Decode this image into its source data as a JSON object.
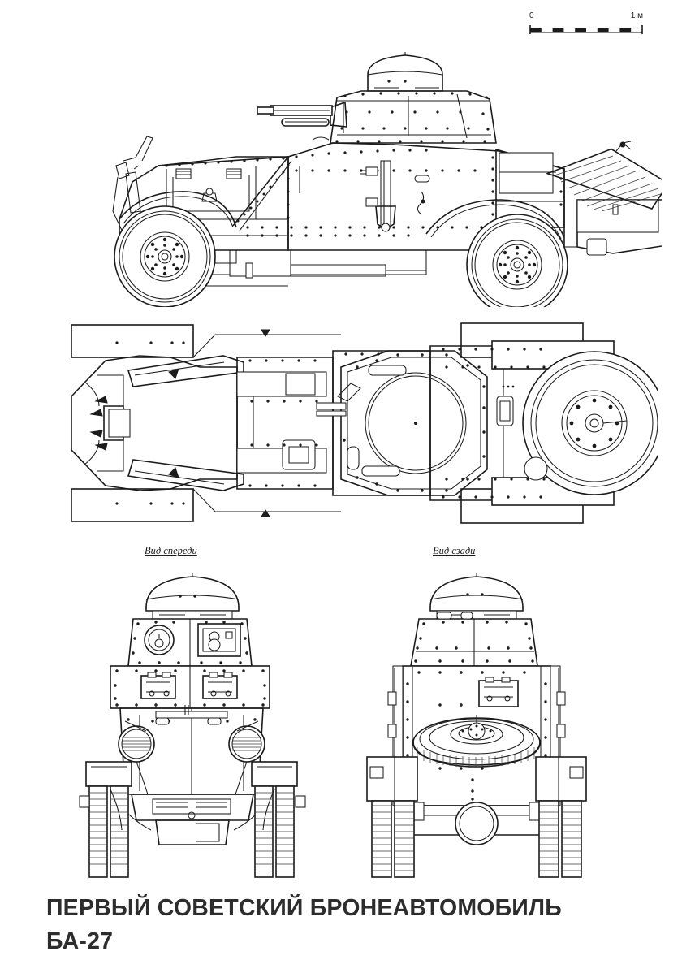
{
  "document": {
    "title_line1": "ПЕРВЫЙ СОВЕТСКИЙ БРОНЕАВТОМОБИЛЬ",
    "title_line2": "БА-27",
    "subject": "БА-27",
    "drawing_type": "orthographic-blueprint",
    "background_color": "#ffffff",
    "line_color": "#1b1b1b",
    "title_color": "#2d2d2d"
  },
  "scale_bar": {
    "label_start": "0",
    "label_end": "1 м",
    "unit": "м",
    "length_value": 1,
    "segments": 10,
    "fill_color": "#1b1b1b"
  },
  "views": [
    {
      "id": "side",
      "caption": "",
      "name_en": "side-view",
      "features": [
        "turret with conical cupola",
        "37 mm gun barrel",
        "hull machine gun",
        "front wheel with hub bolts",
        "rear dual wheel",
        "shovel stowed on hull side",
        "unditching roller on rear deck",
        "rear stowage box",
        "riveted armour plating"
      ]
    },
    {
      "id": "plan",
      "caption": "",
      "name_en": "plan-view",
      "features": [
        "hexagonal turret ring",
        "engine deck hatch",
        "front fenders",
        "rear fenders",
        "spare wheel",
        "driver compartment",
        "riveted armour plating"
      ]
    },
    {
      "id": "front",
      "caption": "Вид спереди",
      "name_en": "front-view",
      "features": [
        "cupola",
        "turret front plate",
        "driver vision port",
        "machine gun ball mount",
        "twin headlamps",
        "radiator armour shutters",
        "front axle and springs",
        "bumper"
      ]
    },
    {
      "id": "rear",
      "caption": "Вид сзади",
      "name_en": "rear-view",
      "features": [
        "cupola",
        "turret rear plate",
        "rear access hatch",
        "spare wheel mounted on rear plate",
        "dual rear wheels",
        "rear axle housing"
      ]
    }
  ]
}
